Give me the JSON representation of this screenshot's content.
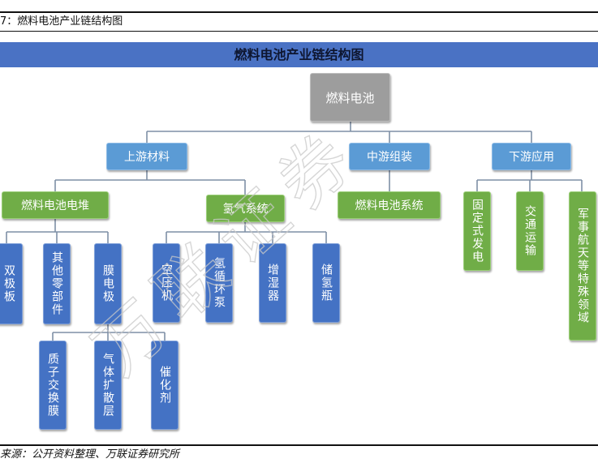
{
  "caption": "7：燃料电池产业链结构图",
  "title": "燃料电池产业链结构图",
  "nodes": {
    "root": "燃料电池",
    "upstream": "上游材料",
    "midstream": "中游组装",
    "downstream": "下游应用",
    "stack": "燃料电池电堆",
    "hydrogen_system": "氢气系统",
    "fc_system": "燃料电池系统",
    "bipolar": "双极板",
    "other_parts": "其他零部件",
    "membrane_electrode": "膜电极",
    "compressor": "空压机",
    "circulation_pump": "氢循环泵",
    "humidifier": "增湿器",
    "tank": "储氢瓶",
    "pem": "质子交换膜",
    "gdl": "气体扩散层",
    "catalyst": "催化剂",
    "power_gen": "固定式发电",
    "transport": "交通运输",
    "military": "军事航天等特殊领域"
  },
  "watermark": "万联证券",
  "source": "来源：公开资料整理、万联证券研究所",
  "colors": {
    "banner": "#4a72c4",
    "root": "#9d9d9d",
    "level1": "#5b9bd5",
    "level2": "#70ad47",
    "level3": "#4472c4",
    "connector": "#7f8fa6"
  }
}
